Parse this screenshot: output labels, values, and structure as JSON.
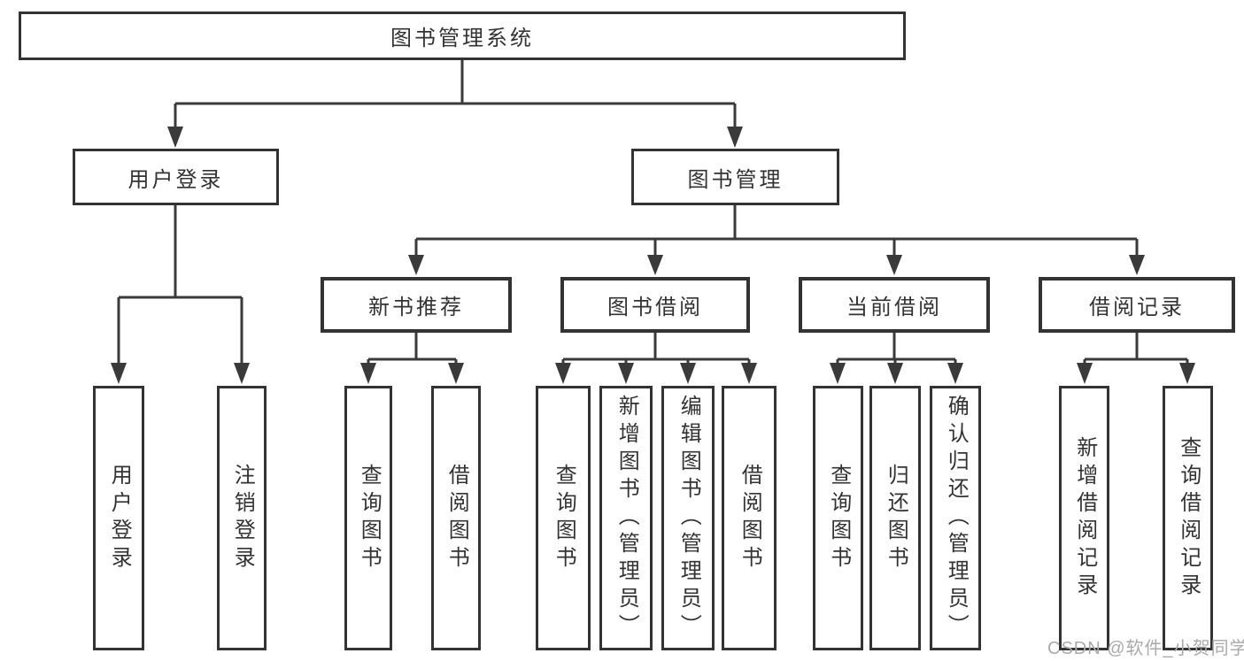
{
  "colors": {
    "line": "#3a3a3a",
    "box_border": "#333333",
    "text": "#333333",
    "watermark": "#aaaaaa",
    "background": "#ffffff"
  },
  "tree": {
    "root": {
      "label": "图书管理系统"
    },
    "login": {
      "label": "用户登录",
      "children": [
        {
          "label": "用户登录"
        },
        {
          "label": "注销登录"
        }
      ]
    },
    "management": {
      "label": "图书管理",
      "sections": [
        {
          "label": "新书推荐",
          "children": [
            {
              "label": "查询图书"
            },
            {
              "label": "借阅图书"
            }
          ]
        },
        {
          "label": "图书借阅",
          "children": [
            {
              "label": "查询图书"
            },
            {
              "label": "新增图书（管理员）"
            },
            {
              "label": "编辑图书（管理员）"
            },
            {
              "label": "借阅图书"
            }
          ]
        },
        {
          "label": "当前借阅",
          "children": [
            {
              "label": "查询图书"
            },
            {
              "label": "归还图书"
            },
            {
              "label": "确认归还（管理员）"
            }
          ]
        },
        {
          "label": "借阅记录",
          "children": [
            {
              "label": "新增借阅记录"
            },
            {
              "label": "查询借阅记录"
            }
          ]
        }
      ]
    }
  },
  "watermark": {
    "text": "CSDN @软件_小贺同学"
  }
}
